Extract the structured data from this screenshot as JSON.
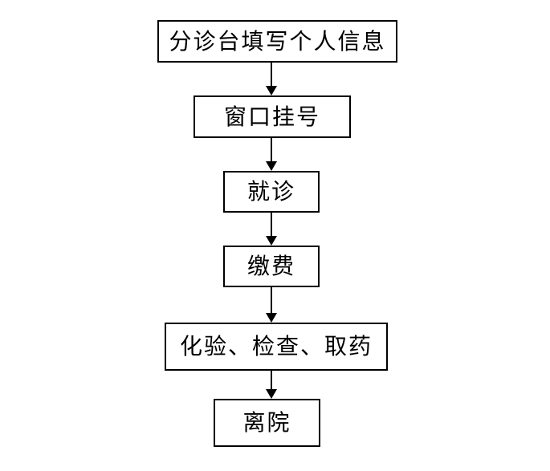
{
  "flowchart": {
    "type": "flowchart",
    "direction": "top-to-bottom",
    "colors": {
      "background": "#ffffff",
      "border": "#000000",
      "text": "#000000"
    },
    "nodes": [
      {
        "id": "triage-info",
        "label": "分诊台填写个人信息"
      },
      {
        "id": "window-registration",
        "label": "窗口挂号"
      },
      {
        "id": "consultation",
        "label": "就诊"
      },
      {
        "id": "payment",
        "label": "缴费"
      },
      {
        "id": "lab-exam-medicine",
        "label": "化验、检查、取药"
      },
      {
        "id": "leave-hospital",
        "label": "离院"
      }
    ],
    "edges": [
      {
        "from": "triage-info",
        "to": "window-registration"
      },
      {
        "from": "window-registration",
        "to": "consultation"
      },
      {
        "from": "consultation",
        "to": "payment"
      },
      {
        "from": "payment",
        "to": "lab-exam-medicine"
      },
      {
        "from": "lab-exam-medicine",
        "to": "leave-hospital"
      }
    ]
  }
}
